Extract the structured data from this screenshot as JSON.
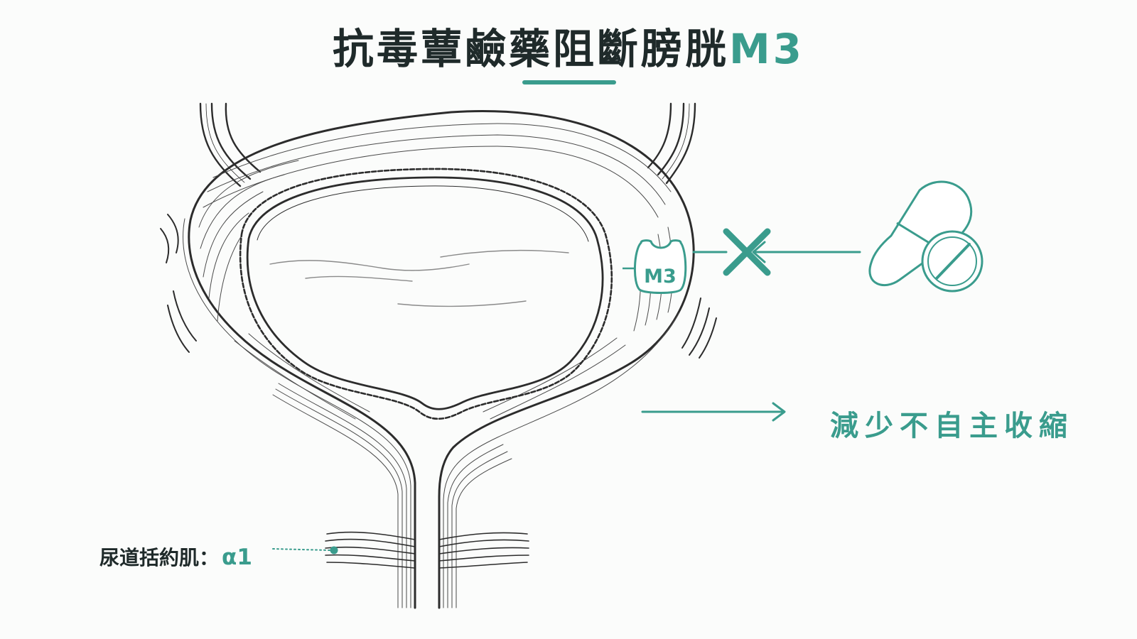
{
  "title": {
    "text": "抗毒蕈鹼藥阻斷膀胱",
    "accent_text": "M3"
  },
  "colors": {
    "accent": "#3a9c8d",
    "ink": "#1f2a2a",
    "line": "#2c2c2c"
  },
  "receptor": {
    "label": "M3"
  },
  "effect": {
    "label": "減少不自主收縮"
  },
  "sphincter": {
    "label": "尿道括約肌：",
    "receptor": "α1"
  },
  "icons": [
    "bladder-illustration",
    "block-x-icon",
    "pill-capsule-icon",
    "pill-tablet-icon",
    "arrow-right-icon"
  ]
}
